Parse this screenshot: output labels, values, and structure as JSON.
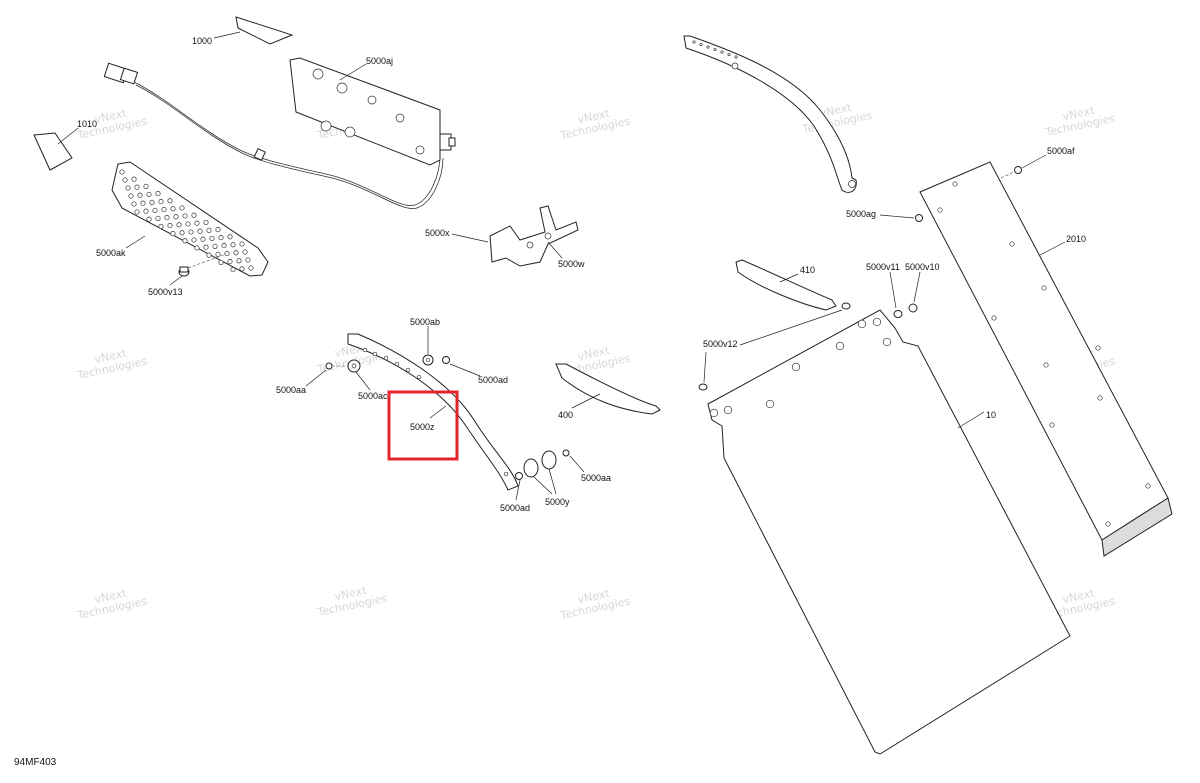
{
  "diagram_code": "94MF403",
  "watermark": [
    "vNext",
    "Technologies"
  ],
  "highlight_color": "#e2252b",
  "labels": {
    "p1000": "1000",
    "p1010": "1010",
    "p5000aj": "5000aj",
    "p5000ak": "5000ak",
    "p5000v13": "5000v13",
    "p5000x": "5000x",
    "p5000w": "5000w",
    "p5000ab": "5000ab",
    "p5000aa_left": "5000aa",
    "p5000ac": "5000ac",
    "p5000ad_top": "5000ad",
    "p5000z": "5000z",
    "p5000aa_right": "5000aa",
    "p5000ad_bottom": "5000ad",
    "p5000y": "5000y",
    "p400": "400",
    "p410": "410",
    "p5000v12": "5000v12",
    "p5000v11": "5000v11",
    "p5000v10": "5000v10",
    "p5000ag": "5000ag",
    "p5000af": "5000af",
    "p2010": "2010",
    "p10": "10"
  }
}
